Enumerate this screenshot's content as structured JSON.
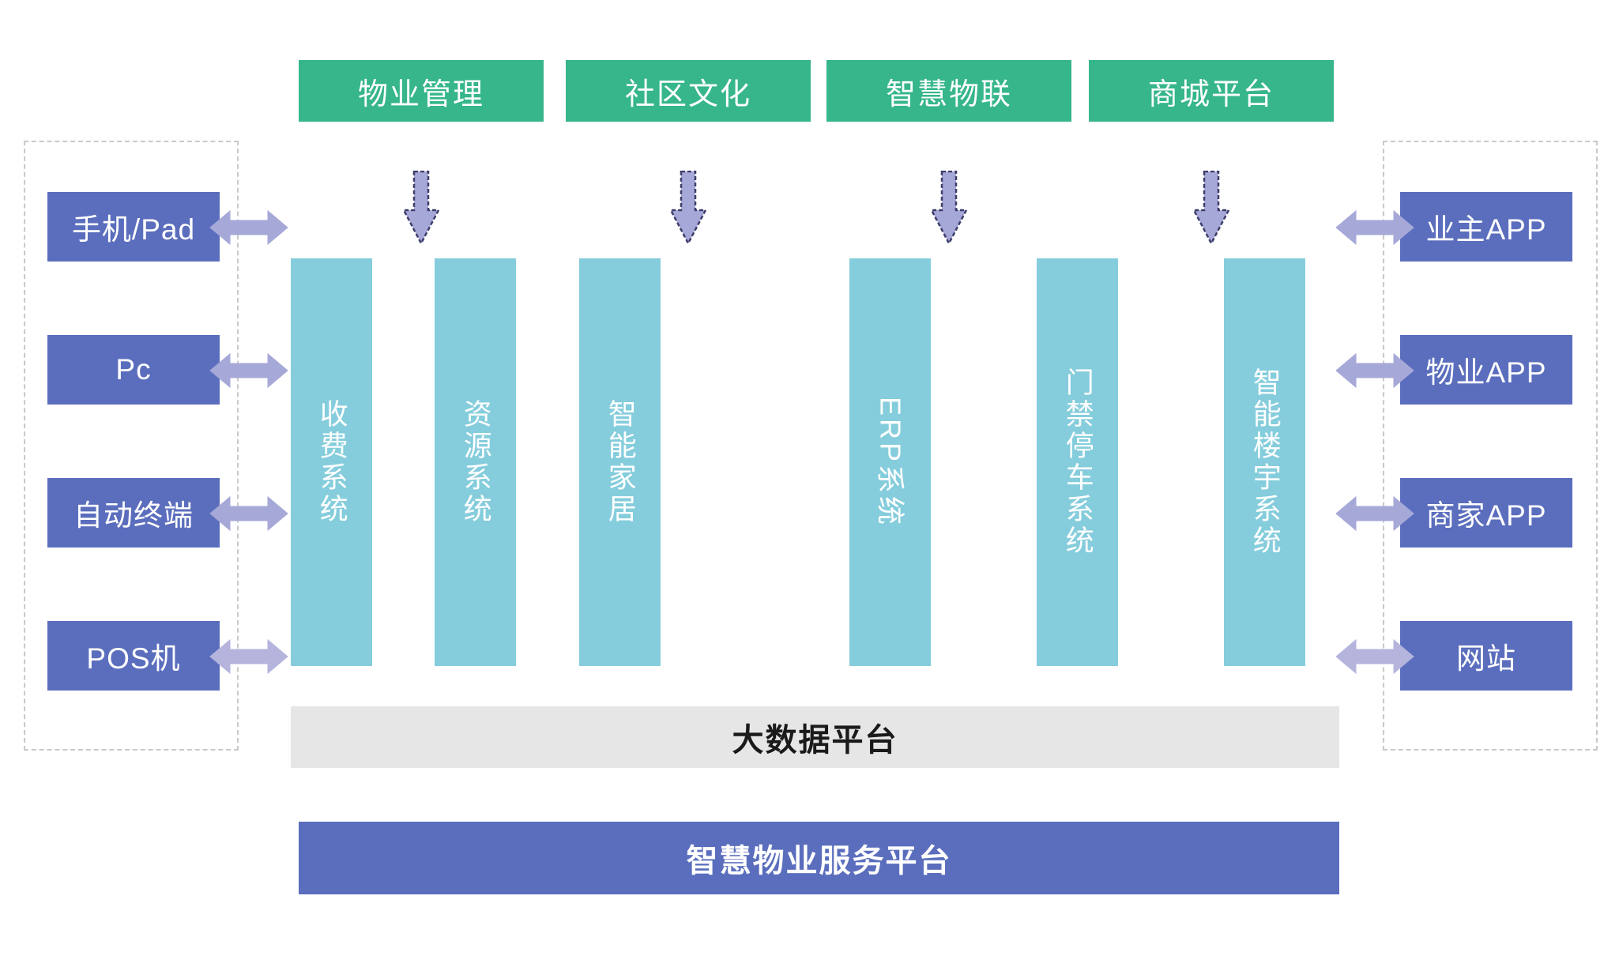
{
  "diagram": {
    "title_bottom": "智慧物业服务平台",
    "data_platform": "大数据平台",
    "capabilities": [
      {
        "label": "物业管理"
      },
      {
        "label": "社区文化"
      },
      {
        "label": "智慧物联"
      },
      {
        "label": "商城平台"
      }
    ],
    "systems": [
      {
        "label": "收费系统",
        "script": "cjk"
      },
      {
        "label": "资源系统",
        "script": "cjk"
      },
      {
        "label": "智能家居",
        "script": "cjk"
      },
      {
        "label": "ERP系统",
        "script": "latin"
      },
      {
        "label": "门禁停车系统",
        "script": "cjk"
      },
      {
        "label": "智能楼宇系统",
        "script": "cjk"
      }
    ],
    "left_channels": [
      {
        "label": "手机/Pad"
      },
      {
        "label": "Pc"
      },
      {
        "label": "自动终端"
      },
      {
        "label": "POS机"
      }
    ],
    "right_channels": [
      {
        "label": "业主APP"
      },
      {
        "label": "物业APP"
      },
      {
        "label": "商家APP"
      },
      {
        "label": "网站"
      }
    ],
    "colors": {
      "capability_green": "#36b68a",
      "channel_purple": "#5b6ebd",
      "system_teal": "#85cddc",
      "arrow_purple": "#a6a8d8",
      "arrow_outline": "#3d3d6b",
      "data_bar_gray": "#e6e6e6",
      "frame_dashed": "#c9c9c9",
      "text_white": "#ffffff",
      "text_dark": "#1a1a1a"
    }
  }
}
